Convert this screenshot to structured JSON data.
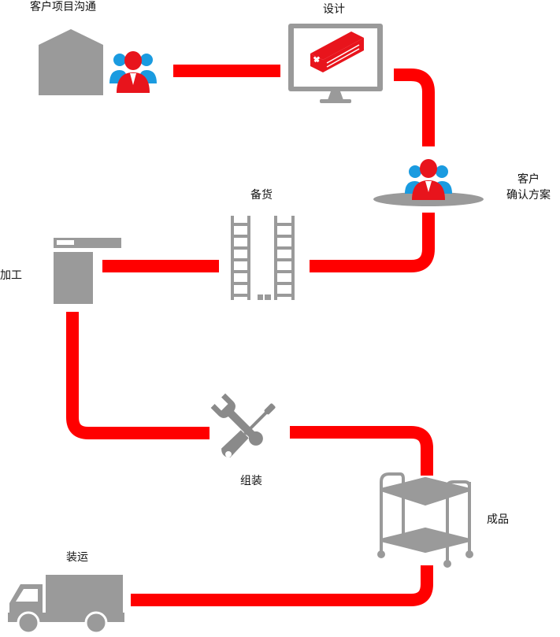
{
  "steps": {
    "communication": {
      "label": "客户项目沟通"
    },
    "design": {
      "label": "设计"
    },
    "confirm": {
      "line1": "客户",
      "line2": "确认方案"
    },
    "stocking": {
      "label": "备货"
    },
    "processing": {
      "label": "加工"
    },
    "assembly": {
      "label": "组装"
    },
    "finished": {
      "label": "成品"
    },
    "shipping": {
      "label": "装运"
    }
  },
  "colors": {
    "accent": "#ff0000",
    "icon_gray": "#9a9a9a",
    "icon_blue": "#1a9be0",
    "text": "#111111"
  },
  "icons": [
    "warehouse-icon",
    "customer-group-icon",
    "monitor-design-icon",
    "confirm-customer-icon",
    "rack-ladder-icon",
    "machine-icon",
    "wrench-screwdriver-icon",
    "trolley-cart-icon",
    "truck-icon"
  ]
}
